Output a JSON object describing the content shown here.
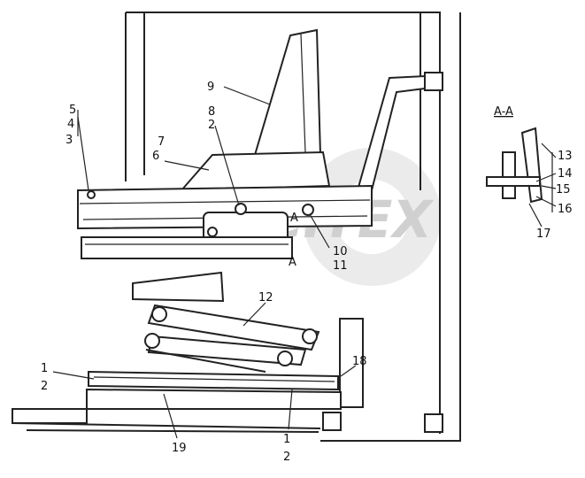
{
  "diagram": {
    "section_label": "A-A",
    "watermark_text": "CITEX",
    "callouts": {
      "c1": "1",
      "c2": "2",
      "c3": "3",
      "c4": "4",
      "c5": "5",
      "c6": "6",
      "c7": "7",
      "c8": "8",
      "c2b": "2",
      "c9": "9",
      "c10": "10",
      "c11": "11",
      "c12": "12",
      "c13": "13",
      "c14": "14",
      "c15": "15",
      "c16": "16",
      "c17": "17",
      "c18": "18",
      "c19": "19",
      "c1b": "1",
      "c2c": "2",
      "secA1": "A",
      "secA2": "A"
    }
  }
}
